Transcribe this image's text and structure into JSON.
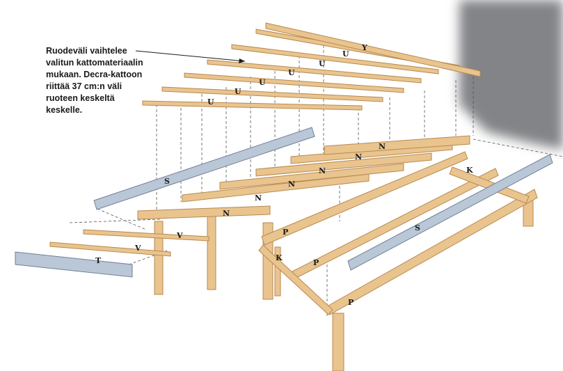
{
  "annotation": {
    "lines": [
      "Ruodeväli vaihtelee",
      "valitun kattomateriaalin",
      "mukaan. Decra-kattoon",
      "riittää 37 cm:n väli",
      "ruoteen keskeltä",
      "keskelle."
    ]
  },
  "part_labels": {
    "batten": "U",
    "ridge_batten": "Y",
    "rafter": "N",
    "purlin": "P",
    "fascia_board": "S",
    "brace": "K",
    "sill_board": "V",
    "end_board": "T"
  },
  "colors": {
    "wood": "#e9c48e",
    "wood_edge": "#b8894f",
    "board_blue": "#b9c7d6",
    "shadow": "#828487"
  }
}
